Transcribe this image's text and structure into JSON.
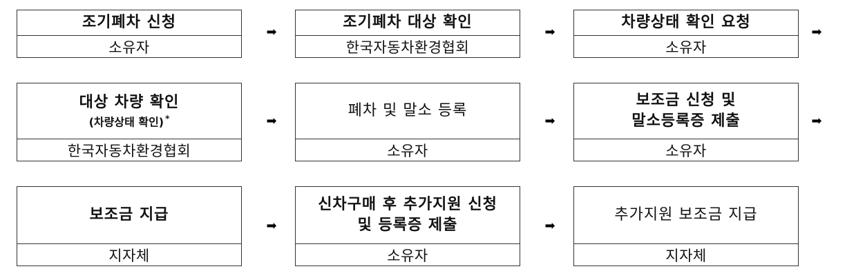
{
  "arrow_glyph": "➡",
  "rows": [
    [
      {
        "title": [
          "조기폐차 신청"
        ],
        "actor": "소유자"
      },
      {
        "title": [
          "조기폐차 대상 확인"
        ],
        "actor": "한국자동차환경협회"
      },
      {
        "title": [
          "차량상태 확인 요청"
        ],
        "actor": "소유자"
      }
    ],
    [
      {
        "title": [
          "대상 차량 확인"
        ],
        "subtitle": "(차량상태 확인)",
        "mark": "*",
        "actor": "한국자동차환경협회"
      },
      {
        "title": [
          "폐차 및 말소 등록"
        ],
        "actor": "소유자"
      },
      {
        "title": [
          "보조금 신청 및",
          "말소등록증 제출"
        ],
        "actor": "소유자"
      }
    ],
    [
      {
        "title": [
          "보조금 지급"
        ],
        "actor": "지자체"
      },
      {
        "title": [
          "신차구매 후 추가지원 신청",
          "및 등록증 제출"
        ],
        "actor": "소유자"
      },
      {
        "title": [
          "추가지원 보조금 지급"
        ],
        "actor": "지자체"
      }
    ]
  ]
}
